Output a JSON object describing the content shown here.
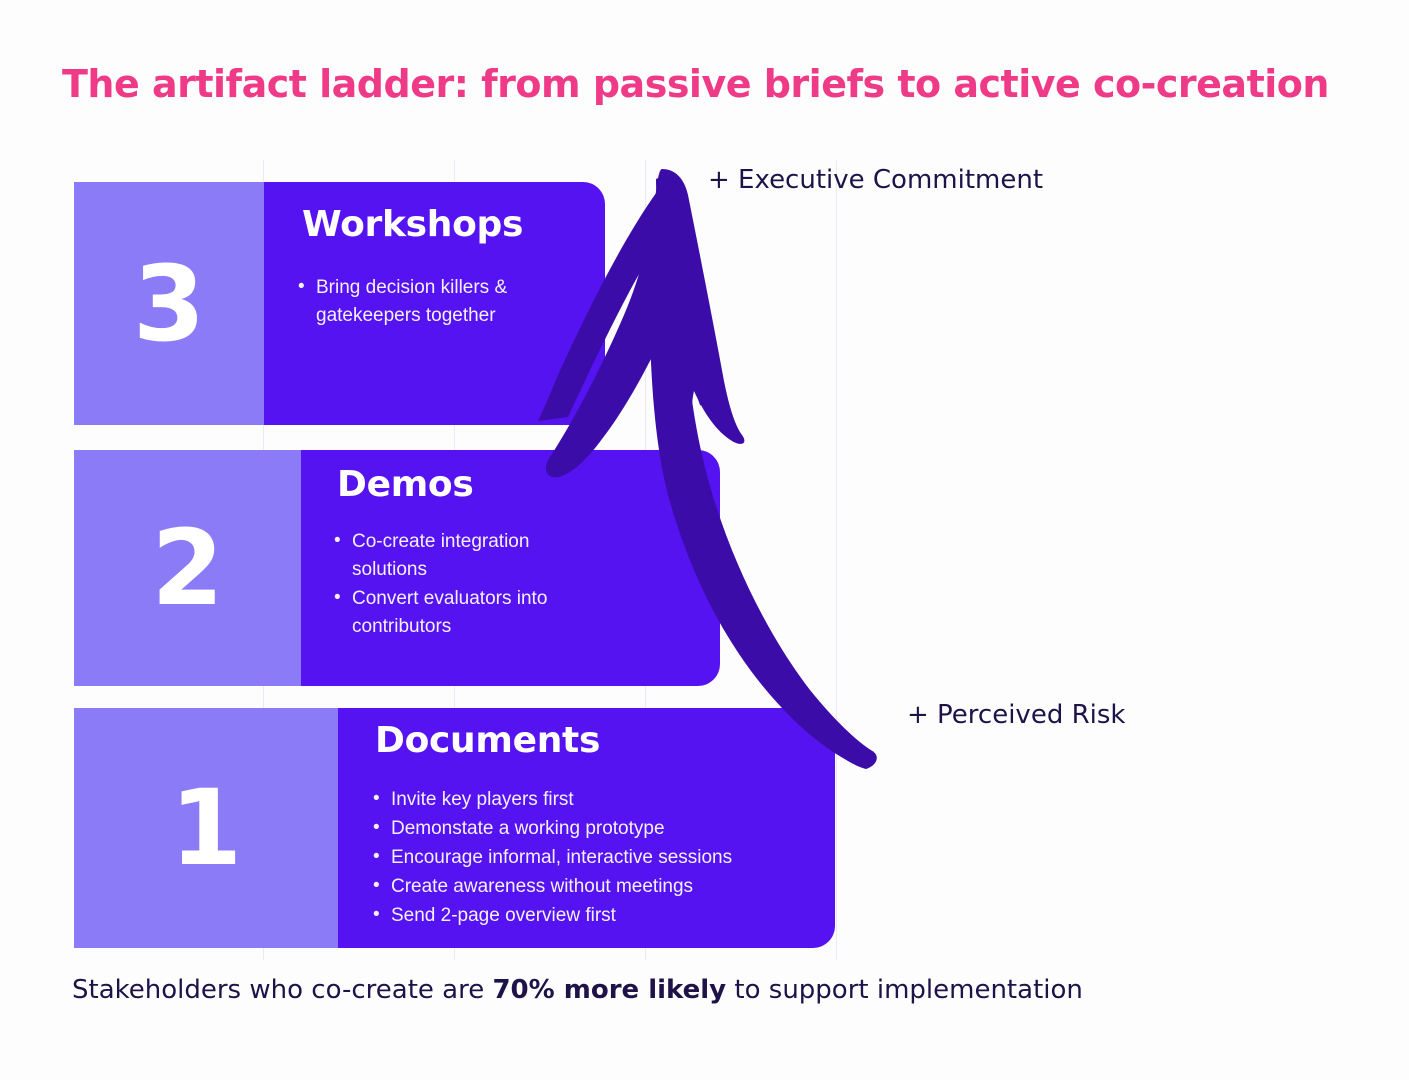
{
  "title": "The artifact ladder: from passive briefs to active co-creation",
  "colors": {
    "title_pink": "#ee3a87",
    "panel_light_purple": "#8b7bf6",
    "panel_dark_purple": "#5613f2",
    "arrow_indigo": "#3b0ca8",
    "text_navy": "#1e1349",
    "background": "#ffffff"
  },
  "ladder": {
    "rows": [
      {
        "number": "3",
        "title": "Workshops",
        "bullets": [
          "Bring decision killers & gatekeepers together"
        ]
      },
      {
        "number": "2",
        "title": "Demos",
        "bullets": [
          "Co-create integration solutions",
          "Convert evaluators into contributors"
        ]
      },
      {
        "number": "1",
        "title": "Documents",
        "bullets": [
          "Invite key players first",
          "Demonstate a working prototype",
          "Encourage informal, interactive sessions",
          "Create awareness without meetings",
          "Send 2-page overview first"
        ]
      }
    ]
  },
  "annotations": {
    "top": "+ Executive Commitment",
    "bottom": "+ Perceived Risk"
  },
  "arrow": {
    "name": "upward-curved-arrow",
    "direction": "from bottom-right to top-left (upward)"
  },
  "footer": {
    "prefix": "Stakeholders who co-create are ",
    "emphasis": "70% more likely",
    "suffix": " to support implementation"
  }
}
